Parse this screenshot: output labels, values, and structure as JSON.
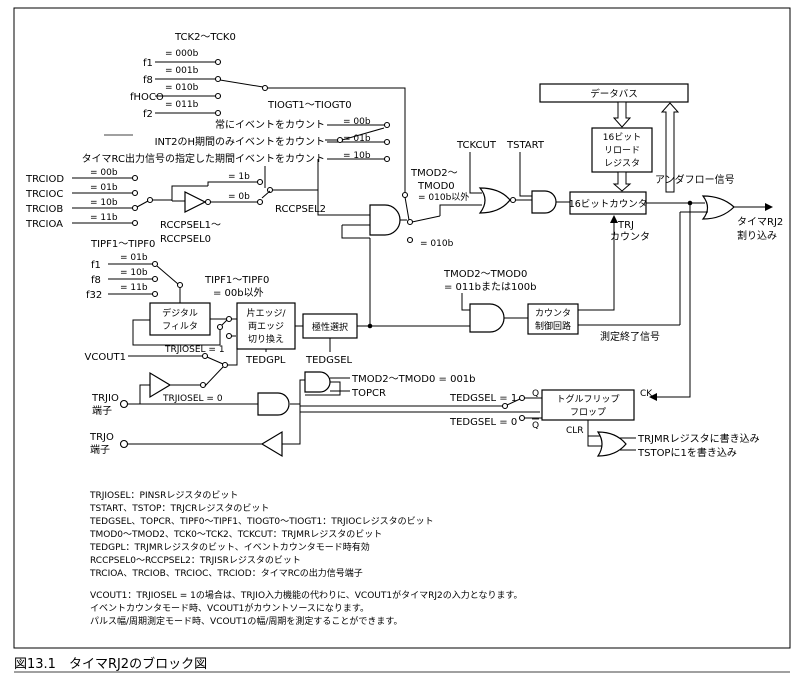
{
  "tck_group": {
    "header": "TCK2～TCK0",
    "opts": [
      {
        "sig": "f1",
        "code": "= 000b"
      },
      {
        "sig": "f8",
        "code": "= 001b"
      },
      {
        "sig": "fHOCO",
        "code": "= 010b"
      },
      {
        "sig": "f2",
        "code": "= 011b"
      }
    ]
  },
  "tiogt_group": {
    "header": "TIOGT1～TIOGT0",
    "opts": [
      {
        "sig": "常にイベントをカウント",
        "code": "= 00b"
      },
      {
        "sig": "INT2のH期間のみイベントをカウント",
        "code": "= 01b"
      },
      {
        "sig": "タイマRC出力信号の指定した期間イベントをカウント",
        "code": "= 10b"
      }
    ]
  },
  "trcio_group": {
    "opts": [
      {
        "sig": "TRCIOD",
        "code": "= 00b"
      },
      {
        "sig": "TRCIOC",
        "code": "= 01b"
      },
      {
        "sig": "TRCIOB",
        "code": "= 10b"
      },
      {
        "sig": "TRCIOA",
        "code": "= 11b"
      }
    ],
    "sel_label_1": "RCCPSEL1～",
    "sel_label_2": "RCCPSEL0",
    "pol_1b": "= 1b",
    "pol_0b": "= 0b",
    "rccpsel2": "RCCPSEL2"
  },
  "tipf_group": {
    "header": "TIPF1～TIPF0",
    "opts": [
      {
        "sig": "f1",
        "code": "= 01b"
      },
      {
        "sig": "f8",
        "code": "= 10b"
      },
      {
        "sig": "f32",
        "code": "= 11b"
      }
    ],
    "other_1": "TIPF1～TIPF0",
    "other_2": "= 00b以外"
  },
  "blocks": {
    "databus": "データバス",
    "reload_1": "16ビット",
    "reload_2": "リロード",
    "reload_3": "レジスタ",
    "counter": "16ビットカウンタ",
    "trj_counter_1": "TRJ",
    "trj_counter_2": "カウンタ",
    "digital_1": "デジタル",
    "digital_2": "フィルタ",
    "edge_1": "片エッジ/",
    "edge_2": "両エッジ",
    "edge_3": "切り換え",
    "polarity": "極性選択",
    "ctrl_1": "カウンタ",
    "ctrl_2": "制御回路",
    "toggle_1": "トグルフリップ",
    "toggle_2": "フロップ"
  },
  "labels": {
    "tckcut": "TCKCUT",
    "tstart": "TSTART",
    "tmod_1": "TMOD2～",
    "tmod_2": "TMOD0",
    "tmod_3": "= 010b以外",
    "tmod_010": "= 010b",
    "underflow": "アンダフロー信号",
    "irq_1": "タイマRJ2",
    "irq_2": "割り込み",
    "tmod_mid_1": "TMOD2～TMOD0",
    "tmod_mid_2": "= 011bまたは100b",
    "meas_end": "測定終了信号",
    "tedgpl": "TEDGPL",
    "tedgsel": "TEDGSEL",
    "vcout1": "VCOUT1",
    "trjiosel1": "TRJIOSEL = 1",
    "trjiosel0": "TRJIOSEL = 0",
    "trjio_1": "TRJIO",
    "trjio_2": "端子",
    "trjo_1": "TRJO",
    "trjo_2": "端子",
    "tmod_001": "TMOD2～TMOD0 = 001b",
    "topcr": "TOPCR",
    "tedgsel1": "TEDGSEL = 1",
    "tedgsel0": "TEDGSEL = 0",
    "q": "Q",
    "qbar": "Q",
    "ck": "CK",
    "clr": "CLR",
    "clr_src_1": "TRJMRレジスタに書き込み",
    "clr_src_2": "TSTOPに1を書き込み"
  },
  "notes": [
    "TRJIOSEL：PINSRレジスタのビット",
    "TSTART、TSTOP：TRJCRレジスタのビット",
    "TEDGSEL、TOPCR、TIPF0～TIPF1、TIOGT0～TIOGT1：TRJIOCレジスタのビット",
    "TMOD0～TMOD2、TCK0～TCK2、TCKCUT：TRJMRレジスタのビット",
    "TEDGPL：TRJMRレジスタのビット、イベントカウンタモード時有効",
    "RCCPSEL0～RCCPSEL2：TRJISRレジスタのビット",
    "TRCIOA、TRCIOB、TRCIOC、TRCIOD：タイマRCの出力信号端子"
  ],
  "notes2": [
    "VCOUT1：TRJIOSEL = 1の場合は、TRJIO入力機能の代わりに、VCOUT1がタイマRJ2の入力となります。",
    "イベントカウンタモード時、VCOUT1がカウントソースになります。",
    "パルス幅/周期測定モード時、VCOUT1の幅/周期を測定することができます。"
  ],
  "caption": "図13.1　タイマRJ2のブロック図"
}
